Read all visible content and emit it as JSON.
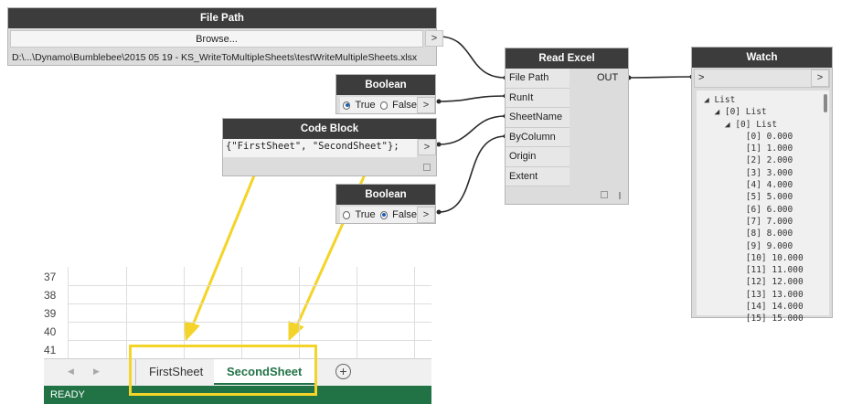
{
  "file_path_node": {
    "title": "File Path",
    "browse_label": "Browse...",
    "path_value": "D:\\...\\Dynamo\\Bumblebee\\2015 05 19 - KS_WriteToMultipleSheets\\testWriteMultipleSheets.xlsx",
    "out_glyph": ">"
  },
  "boolean_node_1": {
    "title": "Boolean",
    "true_label": "True",
    "false_label": "False",
    "selected": "True",
    "out_glyph": ">"
  },
  "boolean_node_2": {
    "title": "Boolean",
    "true_label": "True",
    "false_label": "False",
    "selected": "False",
    "out_glyph": ">"
  },
  "code_block_node": {
    "title": "Code Block",
    "code": "{\"FirstSheet\", \"SecondSheet\"};",
    "out_glyph": ">"
  },
  "read_excel_node": {
    "title": "Read Excel",
    "inputs": [
      "File Path",
      "RunIt",
      "SheetName",
      "ByColumn",
      "Origin",
      "Extent"
    ],
    "output": "OUT"
  },
  "watch_node": {
    "title": "Watch",
    "in_glyph": ">",
    "out_glyph": ">",
    "tree": [
      "◢ List",
      "  ◢ [0] List",
      "    ◢ [0] List",
      "        [0] 0.000",
      "        [1] 1.000",
      "        [2] 2.000",
      "        [3] 3.000",
      "        [4] 4.000",
      "        [5] 5.000",
      "        [6] 6.000",
      "        [7] 7.000",
      "        [8] 8.000",
      "        [9] 9.000",
      "        [10] 10.000",
      "        [11] 11.000",
      "        [12] 12.000",
      "        [13] 13.000",
      "        [14] 14.000",
      "        [15] 15.000"
    ]
  },
  "excel": {
    "rows": [
      "37",
      "38",
      "39",
      "40",
      "41"
    ],
    "tabs": [
      "FirstSheet",
      "SecondSheet"
    ],
    "active_tab": "SecondSheet",
    "add_sheet_glyph": "+",
    "status": "READY"
  },
  "colors": {
    "excel_green": "#217346",
    "highlight_yellow": "#f4d428",
    "node_header": "#3c3c3c"
  }
}
